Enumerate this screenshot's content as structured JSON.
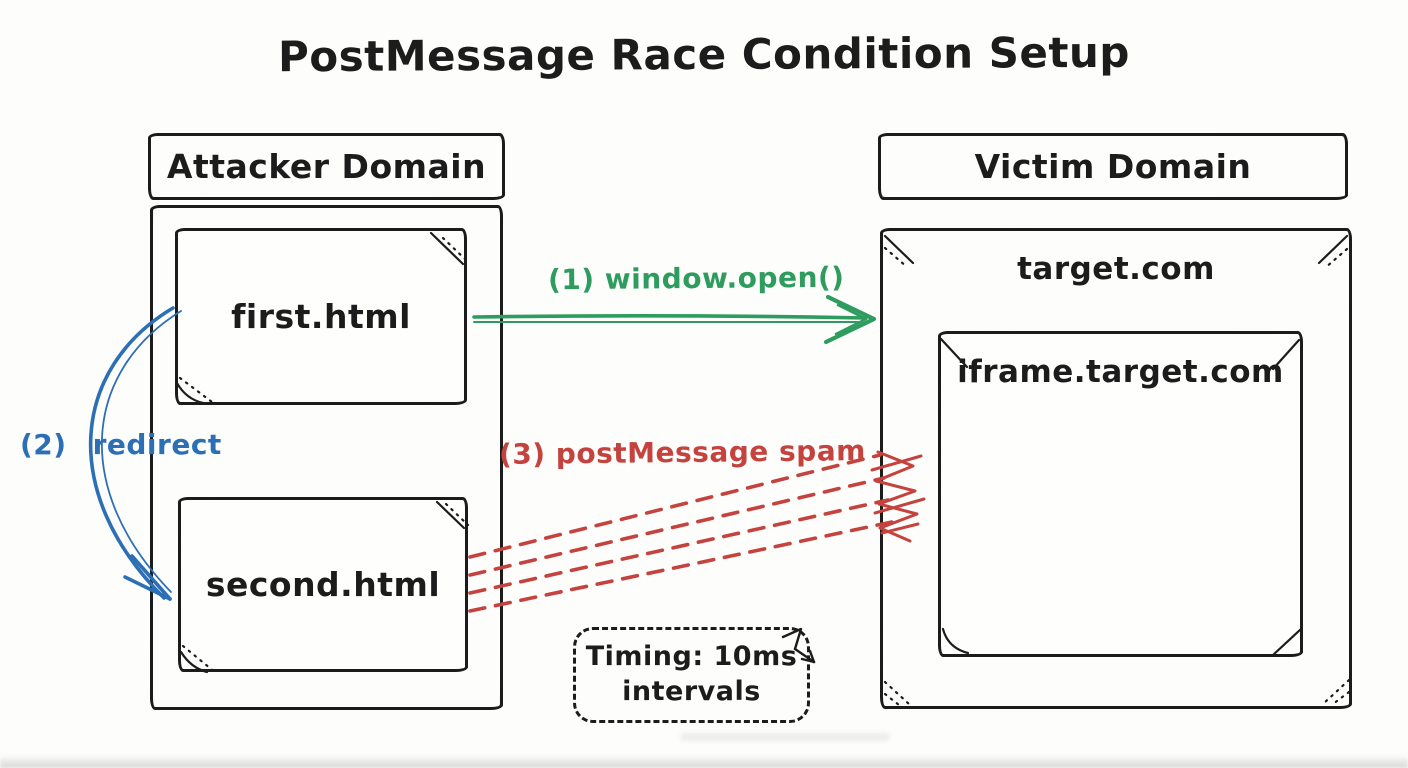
{
  "title": "PostMessage Race Condition Setup",
  "colors": {
    "ink": "#1c1c1c",
    "green": "#2e9c5e",
    "blue": "#2d6fb5",
    "red": "#c5433e",
    "paper": "#fdfdfb"
  },
  "attacker": {
    "header": "Attacker Domain",
    "first_page": "first.html",
    "second_page": "second.html"
  },
  "victim": {
    "header": "Victim Domain",
    "window_label": "target.com",
    "iframe_label": "iframe.target.com"
  },
  "steps": {
    "open_label": "(1) window.open()",
    "redirect_number": "(2)",
    "redirect_word": "redirect",
    "spam_label": "(3) postMessage spam"
  },
  "timing": {
    "line1": "Timing: 10ms",
    "line2": "intervals"
  }
}
